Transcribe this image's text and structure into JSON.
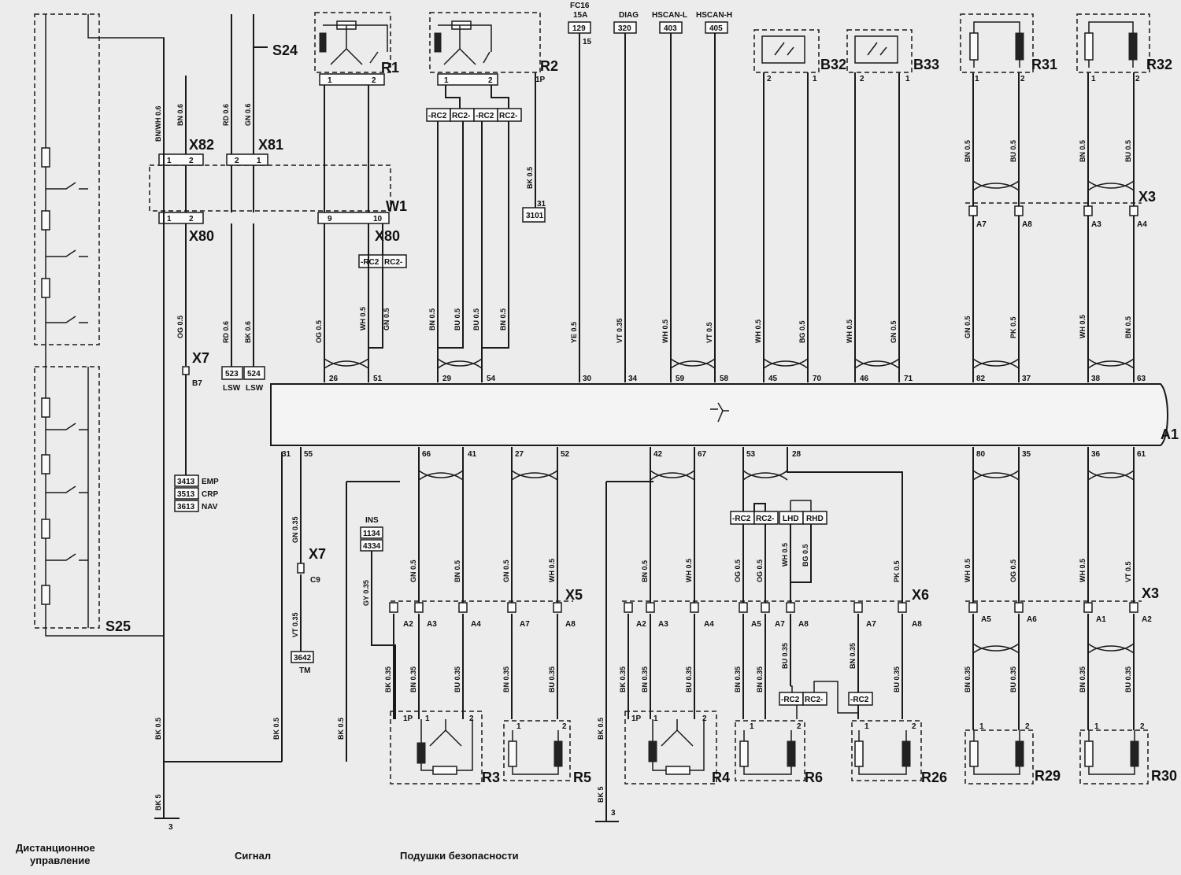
{
  "components": {
    "A1": "A1",
    "W1": "W1",
    "S24": "S24",
    "S25": "S25",
    "R1": "R1",
    "R2": "R2",
    "R3": "R3",
    "R4": "R4",
    "R5": "R5",
    "R6": "R6",
    "R26": "R26",
    "R29": "R29",
    "R30": "R30",
    "R31": "R31",
    "R32": "R32",
    "B32": "B32",
    "B33": "B33",
    "X3a": "X3",
    "X3b": "X3",
    "X5": "X5",
    "X6": "X6",
    "X7a": "X7",
    "X7b": "X7",
    "X80a": "X80",
    "X80b": "X80",
    "X81": "X81",
    "X82": "X82"
  },
  "sections": {
    "remote": [
      "Дистанционное",
      "управление"
    ],
    "signal": "Сигнал",
    "airbags": "Подушки безопасности"
  },
  "top_refs": [
    {
      "name": "FC16",
      "sub": "15A",
      "code": "129",
      "pin": "15"
    },
    {
      "name": "DIAG",
      "code": "320"
    },
    {
      "name": "HSCAN-L",
      "code": "403"
    },
    {
      "name": "HSCAN-H",
      "code": "405"
    }
  ],
  "refs": {
    "r3101": "3101",
    "r3101pin": "31",
    "lsw": [
      "523",
      "524"
    ],
    "lswlabel": "LSW",
    "emp": [
      [
        "3413",
        "EMP"
      ],
      [
        "3513",
        "CRP"
      ],
      [
        "3613",
        "NAV"
      ]
    ],
    "ins": [
      "INS",
      "1134",
      "4334"
    ],
    "tm": [
      "3642",
      "TM"
    ],
    "rc2": "-RC2",
    "rc2m": "RC2-",
    "lhd": "LHD",
    "rhd": "RHD",
    "ground": "3",
    "p1p": "1P",
    "b7": "B7",
    "c9": "C9"
  },
  "a1_top_pins": [
    "26",
    "51",
    "29",
    "54",
    "30",
    "34",
    "59",
    "58",
    "45",
    "70",
    "46",
    "71",
    "82",
    "37",
    "38",
    "63"
  ],
  "a1_bottom_pins": [
    "31",
    "55",
    "66",
    "41",
    "27",
    "52",
    "42",
    "67",
    "53",
    "28",
    "80",
    "35",
    "36",
    "61"
  ],
  "x3_top_pins": [
    "A7",
    "A8",
    "A3",
    "A4"
  ],
  "x5_pins": [
    "A2",
    "A3",
    "A4",
    "A7",
    "A8"
  ],
  "x6_pins": [
    "A2",
    "A3",
    "A4",
    "A5",
    "A7",
    "A8",
    "A7",
    "A8"
  ],
  "x3_bottom_pins": [
    "A5",
    "A6",
    "A1",
    "A2"
  ],
  "wire_labels": {
    "bnwh06": "BN/WH 0.6",
    "bn06": "BN 0.6",
    "rd06": "RD 0.6",
    "gn06": "GN 0.6",
    "og05": "OG 0.5",
    "wh05": "WH 0.5",
    "gn05": "GN 0.5",
    "bn05": "BN 0.5",
    "bu05": "BU 0.5",
    "bk05": "BK 0.5",
    "ye05": "YE 0.5",
    "vt035": "VT 0.35",
    "vt05": "VT 0.5",
    "bg05": "BG 0.5",
    "pk05": "PK 0.5",
    "bk06": "BK 0.6",
    "gn035": "GN 0.35",
    "gy035": "GY 0.35",
    "bk035": "BK 0.35",
    "bn035": "BN 0.35",
    "bu035": "BU 0.35",
    "bk5": "BK 5"
  }
}
